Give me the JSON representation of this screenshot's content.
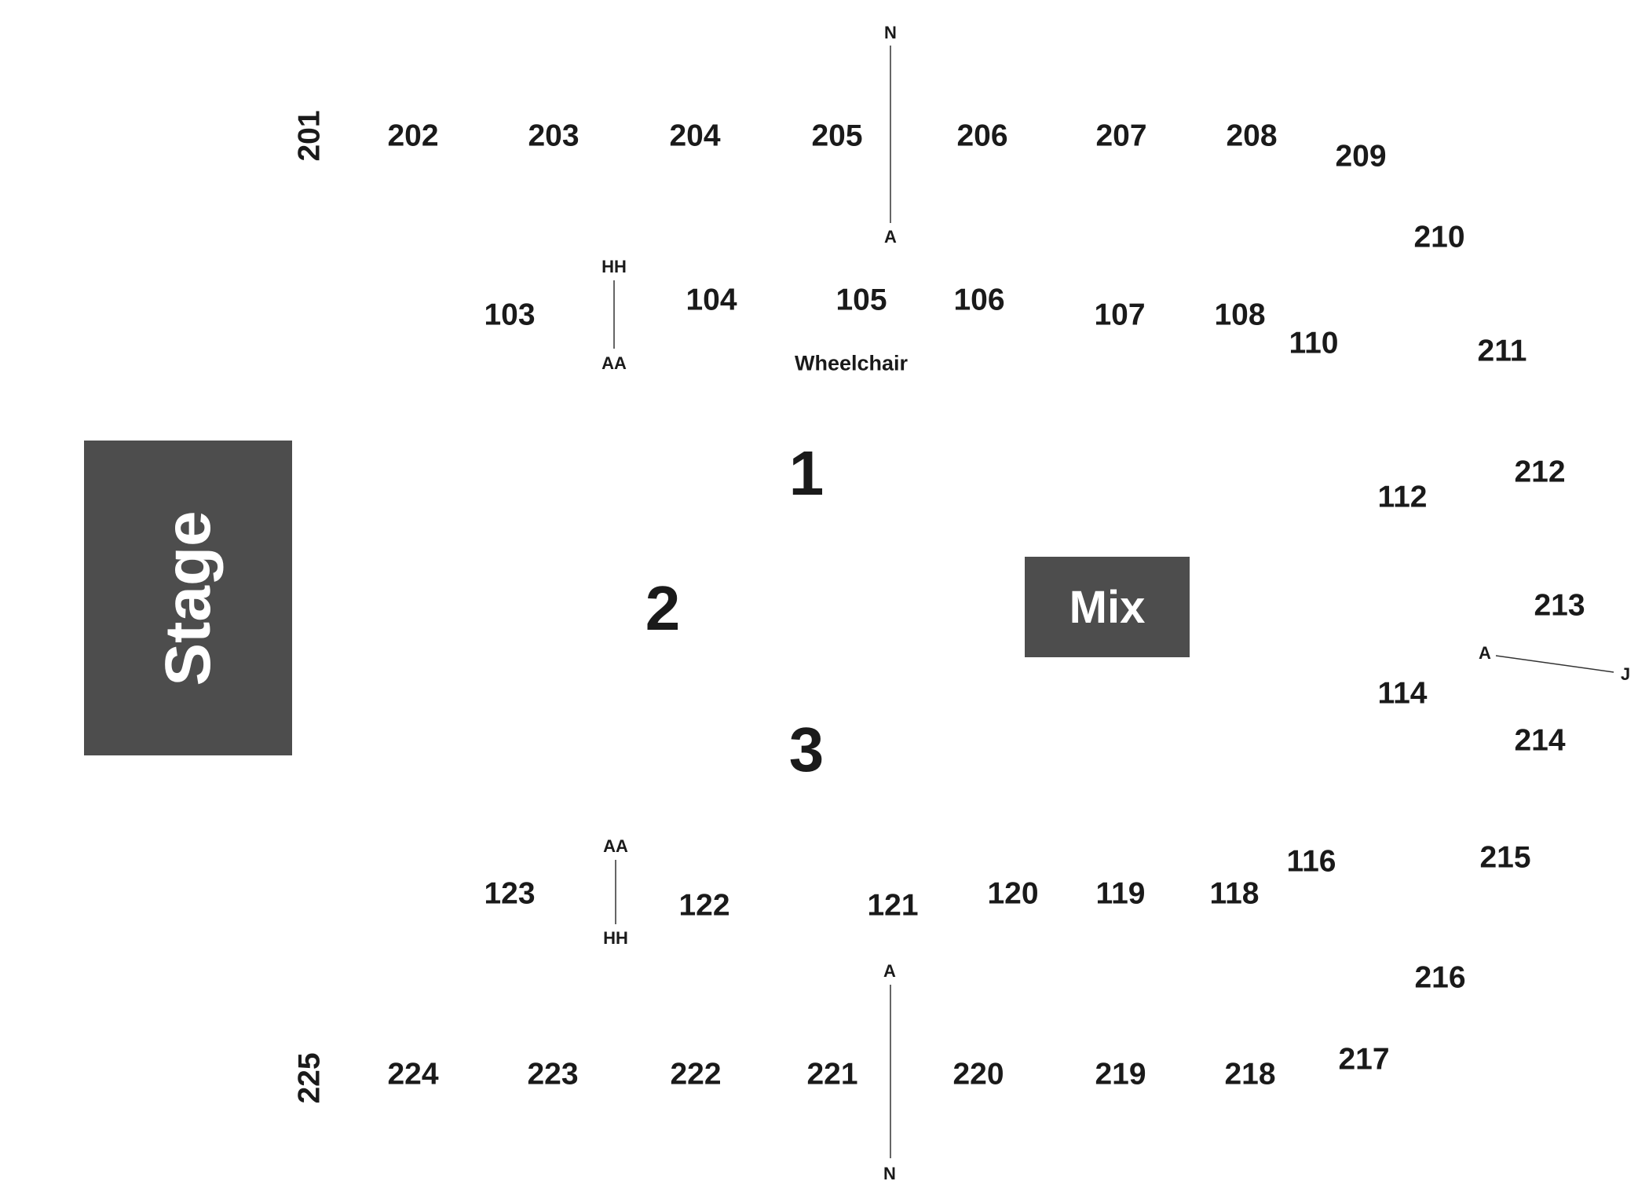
{
  "stage": {
    "label": "Stage",
    "color": "#4d4d4d"
  },
  "mix": {
    "label": "Mix",
    "color": "#4d4d4d"
  },
  "floor_sections": {
    "s1": "1",
    "s2": "2",
    "s3": "3"
  },
  "upper_sections": {
    "s201": "201",
    "s202": "202",
    "s203": "203",
    "s204": "204",
    "s205": "205",
    "s206": "206",
    "s207": "207",
    "s208": "208",
    "s209": "209",
    "s210": "210",
    "s211": "211",
    "s212": "212",
    "s213": "213",
    "s214": "214",
    "s215": "215",
    "s216": "216",
    "s217": "217",
    "s218": "218",
    "s219": "219",
    "s220": "220",
    "s221": "221",
    "s222": "222",
    "s223": "223",
    "s224": "224",
    "s225": "225"
  },
  "lower_sections": {
    "s103": "103",
    "s104": "104",
    "s105": "105",
    "s106": "106",
    "s107": "107",
    "s108": "108",
    "s110": "110",
    "s112": "112",
    "s114": "114",
    "s116": "116",
    "s118": "118",
    "s119": "119",
    "s120": "120",
    "s121": "121",
    "s122": "122",
    "s123": "123"
  },
  "row_markers": {
    "top_aisle": {
      "start": "N",
      "end": "A"
    },
    "left_top": {
      "start": "HH",
      "end": "AA"
    },
    "right": {
      "start": "A",
      "end": "J"
    },
    "left_bottom": {
      "start": "AA",
      "end": "HH"
    },
    "bottom_aisle": {
      "start": "A",
      "end": "N"
    }
  },
  "notes": {
    "wheelchair": "Wheelchair"
  }
}
